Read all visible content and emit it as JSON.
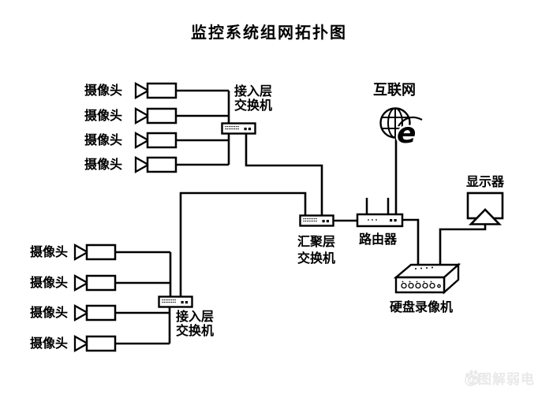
{
  "title": "监控系统组网拓扑图",
  "nodes": {
    "camera_label": "摄像头",
    "access_switch_top": {
      "line1": "接入层",
      "line2": "交换机"
    },
    "access_switch_bottom": {
      "line1": "接入层",
      "line2": "交换机"
    },
    "aggregation_switch": {
      "line1": "汇聚层",
      "line2": "交换机"
    },
    "router": "路由器",
    "internet": "互联网",
    "monitor": "显示器",
    "dvr": "硬盘录像机"
  },
  "icons": {
    "ie_e": "e"
  },
  "watermark": {
    "badge": "du",
    "text": "@图解弱电"
  },
  "colors": {
    "ink": "#000000",
    "background": "#ffffff",
    "watermark": "#e9e9e9"
  }
}
